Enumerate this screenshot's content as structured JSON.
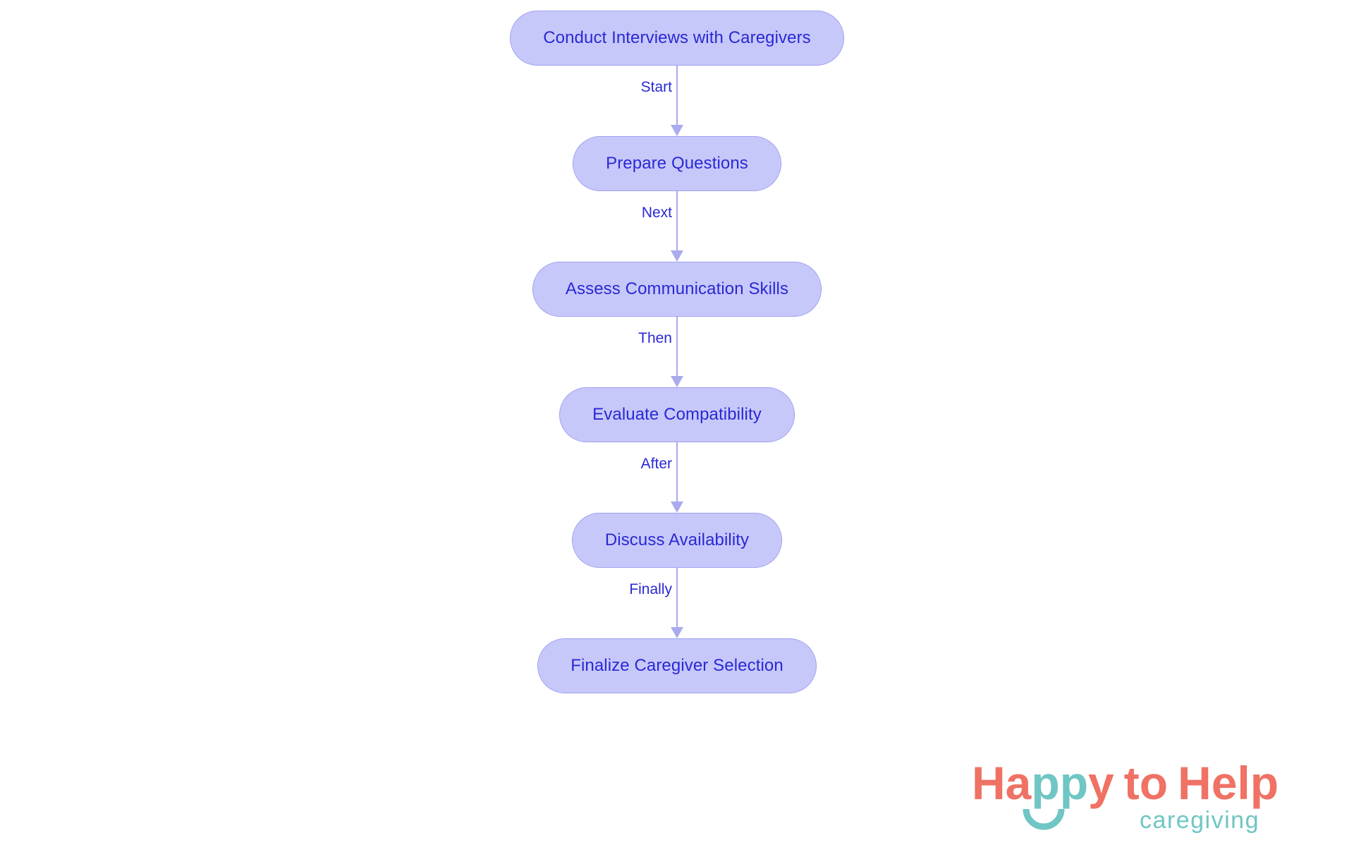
{
  "diagram": {
    "type": "flowchart",
    "orientation": "top-to-bottom",
    "colors": {
      "node_fill": "#c7c8fa",
      "node_border": "#9fa0ee",
      "node_text": "#2929d4",
      "edge_line": "#aaabee",
      "edge_label_text": "#2929d4",
      "background": "#ffffff"
    },
    "nodes": [
      {
        "id": "n1",
        "label": "Conduct Interviews with Caregivers"
      },
      {
        "id": "n2",
        "label": "Prepare Questions"
      },
      {
        "id": "n3",
        "label": "Assess Communication Skills"
      },
      {
        "id": "n4",
        "label": "Evaluate Compatibility"
      },
      {
        "id": "n5",
        "label": "Discuss Availability"
      },
      {
        "id": "n6",
        "label": "Finalize Caregiver Selection"
      }
    ],
    "edges": [
      {
        "from": "n1",
        "to": "n2",
        "label": "Start"
      },
      {
        "from": "n2",
        "to": "n3",
        "label": "Next"
      },
      {
        "from": "n3",
        "to": "n4",
        "label": "Then"
      },
      {
        "from": "n4",
        "to": "n5",
        "label": "After"
      },
      {
        "from": "n5",
        "to": "n6",
        "label": "Finally"
      }
    ]
  },
  "logo": {
    "word_happy": "Happy",
    "word_happy_h": "H",
    "word_happy_a": "a",
    "word_happy_pp": "pp",
    "word_happy_y": "y",
    "word_to": "to",
    "word_help": "Help",
    "tagline": "caregiving",
    "color_coral": "#ef7264",
    "color_teal": "#6fc6c4"
  }
}
